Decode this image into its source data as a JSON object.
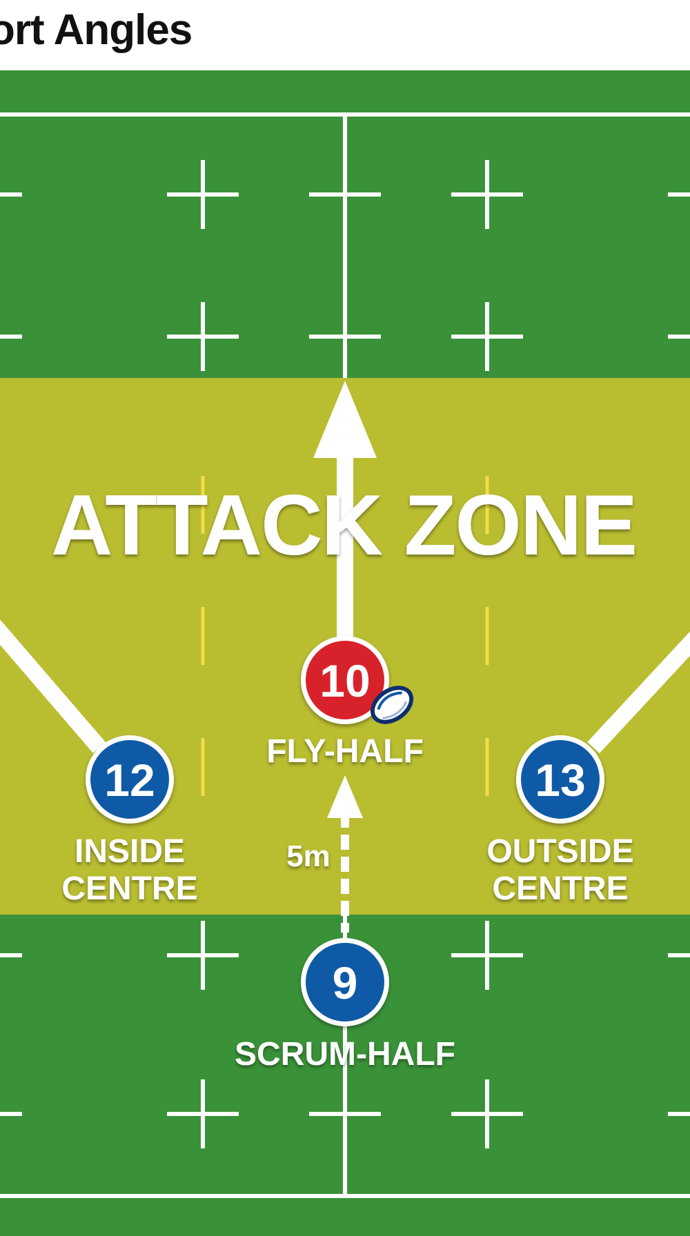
{
  "header": {
    "title": "ort Angles"
  },
  "colors": {
    "pitch_green": "#3a9238",
    "attack_zone": "#b9bd30",
    "line_white": "#ffffff",
    "yellow_guide": "#f4dc4a",
    "player_blue": "#0f5aa6",
    "player_red": "#d8222b"
  },
  "zone": {
    "label": "ATTACK ZONE"
  },
  "distance": {
    "label": "5m"
  },
  "players": {
    "fly_half": {
      "number": "10",
      "role_lines": [
        "FLY-HALF"
      ]
    },
    "inside_centre": {
      "number": "12",
      "role_lines": [
        "INSIDE",
        "CENTRE"
      ]
    },
    "outside_centre": {
      "number": "13",
      "role_lines": [
        "OUTSIDE",
        "CENTRE"
      ]
    },
    "scrum_half": {
      "number": "9",
      "role_lines": [
        "SCRUM-HALF"
      ]
    }
  },
  "icons": {
    "ball": "rugby-ball-icon"
  }
}
